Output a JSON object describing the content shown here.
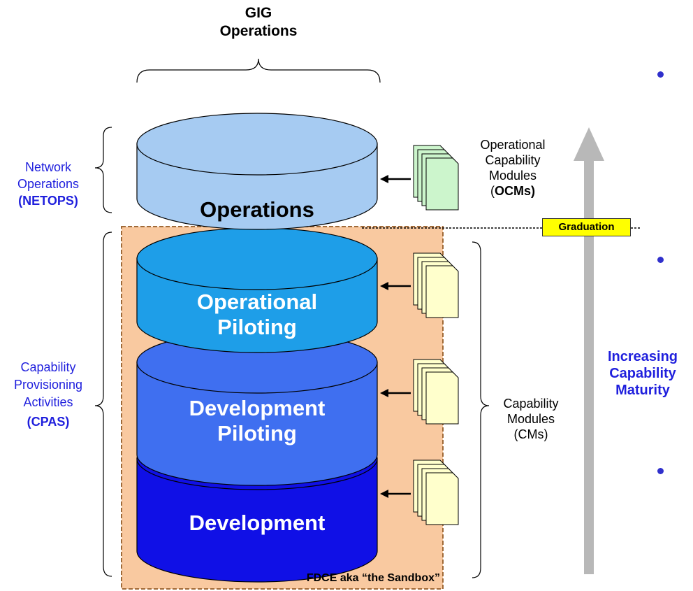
{
  "title": {
    "line1": "GIG",
    "line2": "Operations"
  },
  "left_labels": {
    "netops": {
      "line1": "Network",
      "line2": "Operations",
      "abbr": "(NETOPS)"
    },
    "cpas": {
      "line1": "Capability",
      "line2": "Provisioning",
      "line3": "Activities",
      "abbr": "(CPAS)"
    }
  },
  "layers": [
    {
      "id": "operations",
      "label_line1": "Operations",
      "label_line2": "",
      "color": "#a6cbf2"
    },
    {
      "id": "operational-piloting",
      "label_line1": "Operational",
      "label_line2": "Piloting",
      "color": "#1e9ee8"
    },
    {
      "id": "development-piloting",
      "label_line1": "Development",
      "label_line2": "Piloting",
      "color": "#3f6ff0"
    },
    {
      "id": "development",
      "label_line1": "Development",
      "label_line2": "",
      "color": "#1010e6"
    }
  ],
  "sandbox": {
    "label": "FDCE aka “the Sandbox”",
    "fill": "#f9c9a0",
    "border": "#a06a38"
  },
  "ocm_label": {
    "line1": "Operational",
    "line2": "Capability",
    "line3": "Modules",
    "line4_prefix": "(",
    "line4_bold": "OCMs)"
  },
  "cm_label": {
    "line1": "Capability",
    "line2": "Modules",
    "line3": "(CMs)"
  },
  "graduation": "Graduation",
  "maturity": {
    "line1": "Increasing",
    "line2": "Capability",
    "line3": "Maturity"
  },
  "doc_colors": {
    "ocm": "#ccf5cc",
    "cm": "#ffffcc"
  }
}
